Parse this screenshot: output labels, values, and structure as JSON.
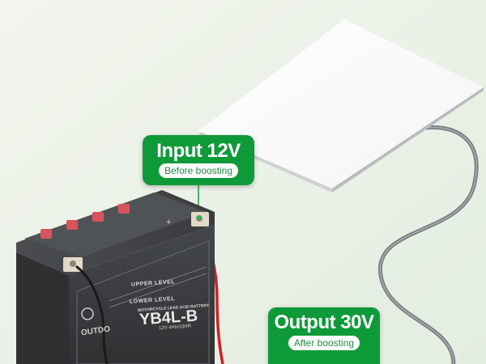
{
  "callouts": {
    "input": {
      "title": "Input 12V",
      "subtitle": "Before boosting"
    },
    "output": {
      "title": "Output 30V",
      "subtitle": "After boosting"
    }
  },
  "battery": {
    "upper_level": "UPPER LEVEL",
    "lower_level": "LOWER LEVEL",
    "type": "MOTORCYCLE LEAD ACID BATTERY",
    "model": "YB4L-B",
    "spec": "12V 4Ah/10HR",
    "brand": "OUTDO",
    "positive_symbol": "+"
  },
  "colors": {
    "callout_green": "#0f9a3a",
    "battery_body": "#3a3c3e",
    "cable_red": "#d31e25",
    "cable_black": "#1a1a1a",
    "background": "#eef3ea"
  }
}
